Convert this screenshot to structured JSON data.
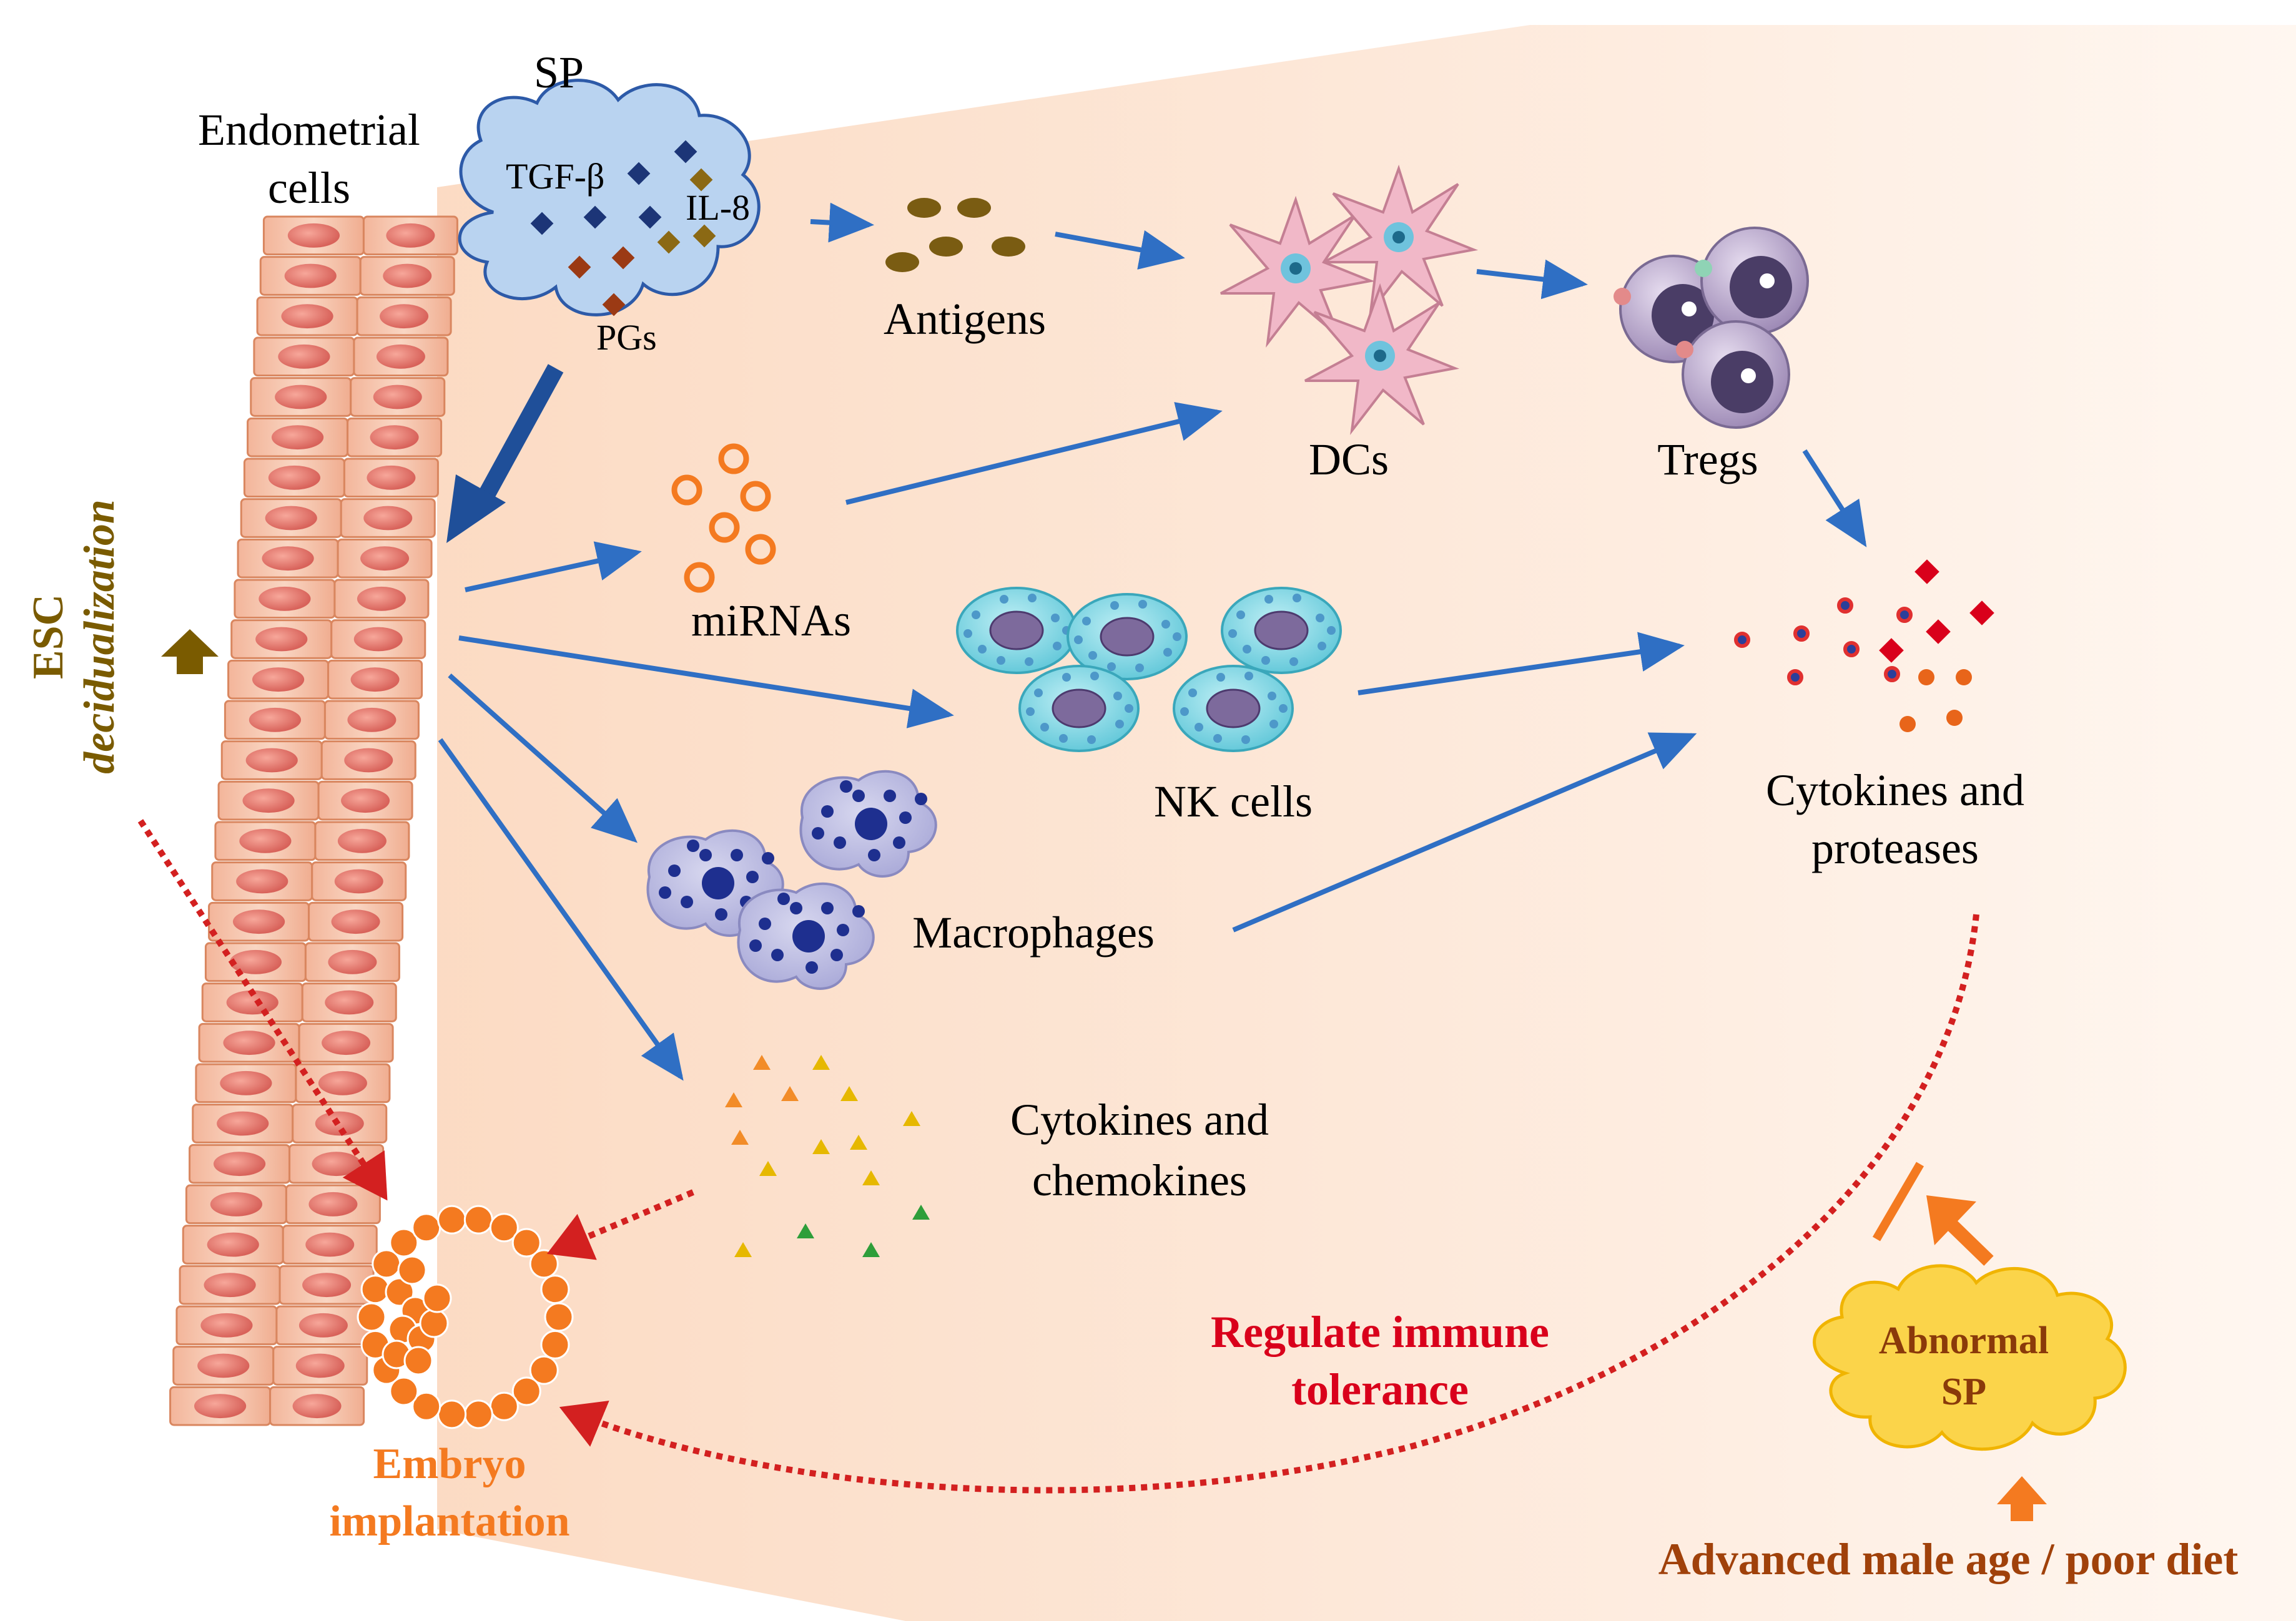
{
  "labels": {
    "sp": "SP",
    "endometrial_line1": "Endometrial",
    "endometrial_line2": "cells",
    "tgf": "TGF-β",
    "il8": "IL-8",
    "pgs": "PGs",
    "antigens": "Antigens",
    "dcs": "DCs",
    "tregs": "Tregs",
    "mirnas": "miRNAs",
    "nk_cells": "NK cells",
    "macrophages": "Macrophages",
    "cyto_prot_line1": "Cytokines and",
    "cyto_prot_line2": "proteases",
    "cyto_chemo_line1": "Cytokines and",
    "cyto_chemo_line2": "chemokines",
    "esc_line1": "ESC",
    "esc_line2": "decidualization",
    "embryo_line1": "Embryo",
    "embryo_line2": "implantation",
    "regulate_line1": "Regulate immune",
    "regulate_line2": "tolerance",
    "abnormal_line1": "Abnormal",
    "abnormal_line2": "SP",
    "advanced": "Advanced male age / poor diet"
  },
  "colors": {
    "arrow_blue": "#2f6fc4",
    "dark_blue_arrow": "#1f4f99",
    "red_dotted": "#d32020",
    "orange": "#f47a20",
    "olive_text": "#7a5b00",
    "abnormal_cloud": "#fbd44a",
    "sp_cloud": "#b9d3f0",
    "background_wedge": "#fde3cf",
    "red_text": "#d9001b",
    "brown_text": "#a0410a"
  }
}
